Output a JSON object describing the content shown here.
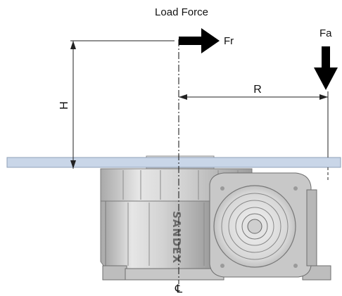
{
  "title": "Load Force",
  "forces": {
    "radial": {
      "label": "Fr"
    },
    "axial": {
      "label": "Fa"
    }
  },
  "dimensions": {
    "height": {
      "label": "H"
    },
    "radius": {
      "label": "R"
    }
  },
  "brand": "SANDEX",
  "centerline_symbol": "℄",
  "colors": {
    "table_plate": "#c9d6e8",
    "housing": "#cfcfcf",
    "arrow": "#000000"
  },
  "icons": {
    "radial_arrow": "arrow-right-icon",
    "axial_arrow": "arrow-down-icon"
  }
}
